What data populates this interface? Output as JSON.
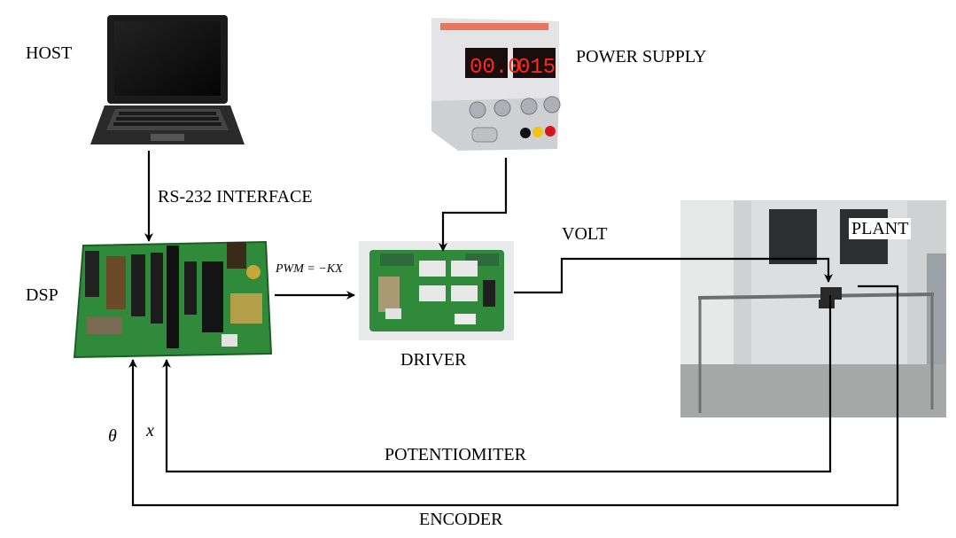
{
  "labels": {
    "host": "HOST",
    "power_supply": "POWER SUPPLY",
    "interface": "RS-232 INTERFACE",
    "dsp": "DSP",
    "pwm_eq": "PWM = −KX",
    "driver": "DRIVER",
    "volt": "VOLT",
    "plant": "PLANT",
    "theta": "θ",
    "x": "x",
    "potentiometer": "POTENTIOMITER",
    "encoder": "ENCODER"
  },
  "power_supply_display": {
    "voltage": "00.0",
    "current": "015"
  },
  "colors": {
    "pcb_green": "#2f8a3a",
    "display_red": "#ff2a1a",
    "wire": "#000000"
  }
}
